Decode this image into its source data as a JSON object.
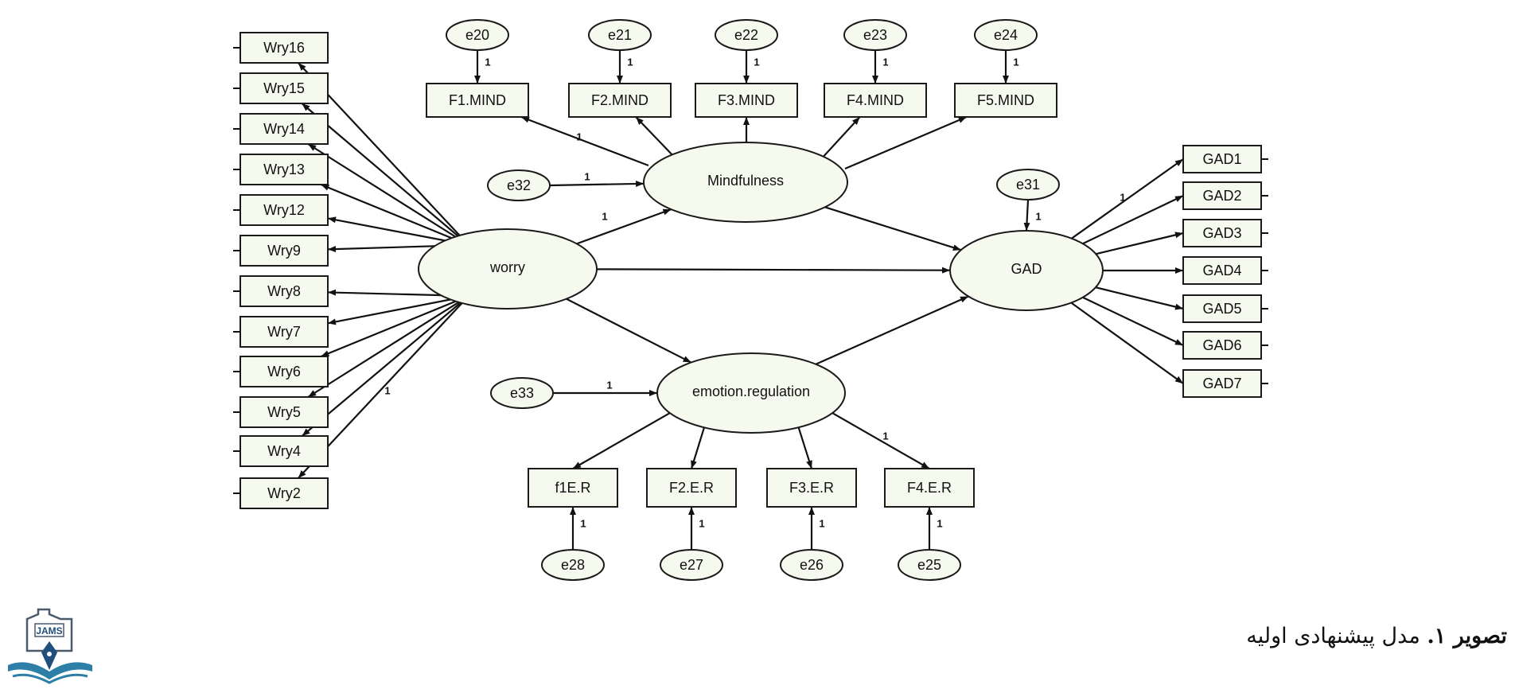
{
  "diagram": {
    "latents": {
      "worry": "worry",
      "mindfulness": "Mindfulness",
      "gad": "GAD",
      "emotion_regulation": "emotion.regulation"
    },
    "worry_items": [
      "Wry16",
      "Wry15",
      "Wry14",
      "Wry13",
      "Wry12",
      "Wry9",
      "Wry8",
      "Wry7",
      "Wry6",
      "Wry5",
      "Wry4",
      "Wry2"
    ],
    "mind_items": [
      "F1.MIND",
      "F2.MIND",
      "F3.MIND",
      "F4.MIND",
      "F5.MIND"
    ],
    "mind_errors": [
      "e20",
      "e21",
      "e22",
      "e23",
      "e24"
    ],
    "gad_items": [
      "GAD1",
      "GAD2",
      "GAD3",
      "GAD4",
      "GAD5",
      "GAD6",
      "GAD7"
    ],
    "er_items": [
      "f1E.R",
      "F2.E.R",
      "F3.E.R",
      "F4.E.R"
    ],
    "er_errors": [
      "e28",
      "e27",
      "e26",
      "e25"
    ],
    "disturbances": {
      "mindfulness": "e32",
      "gad": "e31",
      "emotion_regulation": "e33"
    },
    "fixed_weight_label": "1"
  },
  "caption": {
    "bold": "تصویر ۱.",
    "text": " مدل پیشنهادی اولیه"
  },
  "logo": {
    "text": "JAMS",
    "icon": "jams-book-pen-logo"
  }
}
